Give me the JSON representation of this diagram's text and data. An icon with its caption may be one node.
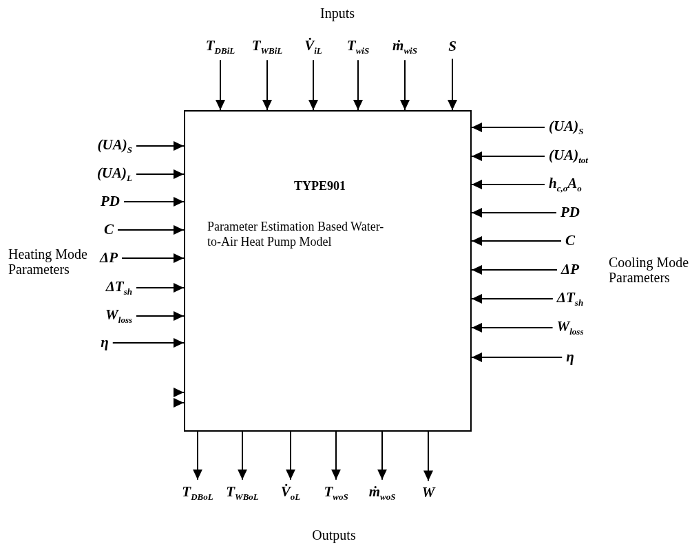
{
  "diagram": {
    "nodes": [
      {
        "text": [
          "TYPE901",
          "Parameter Estimation Based Water-to-Air Heat Pump Model"
        ]
      },
      {
        "text": [
          "T$_{DBiL}$"
        ]
      },
      {
        "text": [
          "T$_{WBiL}$"
        ]
      },
      {
        "text": [
          "V̇$_{iL}$"
        ]
      },
      {
        "text": [
          "T$_{wiS}$"
        ]
      },
      {
        "text": [
          "ṁ$_{wiS}$"
        ]
      },
      {
        "text": [
          "S"
        ]
      },
      {
        "text": [
          "(UA)$_{S}$"
        ]
      },
      {
        "text": [
          "(UA)$_{L}$"
        ]
      },
      {
        "text": [
          "PD"
        ]
      },
      {
        "text": [
          "C"
        ]
      },
      {
        "text": [
          "ΔP"
        ]
      },
      {
        "text": [
          "ΔT$_{sh}$"
        ]
      },
      {
        "text": [
          "W$_{loss}$"
        ]
      },
      {
        "text": [
          "η"
        ]
      },
      {
        "text": [
          "(UA)$_{S}$"
        ]
      },
      {
        "text": [
          "(UA)$_{tot}$"
        ]
      },
      {
        "text": [
          "h$_{c,o}$A$_{o}$"
        ]
      },
      {
        "text": [
          "PD"
        ]
      },
      {
        "text": [
          "C"
        ]
      },
      {
        "text": [
          "ΔP"
        ]
      },
      {
        "text": [
          "ΔT$_{sh}$"
        ]
      },
      {
        "text": [
          "W$_{loss}$"
        ]
      },
      {
        "text": [
          "η"
        ]
      },
      {
        "text": [
          "T$_{DBoL}$"
        ]
      },
      {
        "text": [
          "T$_{WBoL}$"
        ]
      },
      {
        "text": [
          "V̇$_{oL}$"
        ]
      },
      {
        "text": [
          "T$_{woS}$"
        ]
      },
      {
        "text": [
          "ṁ$_{woS}$"
        ]
      },
      {
        "text": [
          "W"
        ]
      }
    ],
    "edges": [
      {
        "from": 1,
        "to": 0,
        "arrow": "to"
      },
      {
        "from": 2,
        "to": 0,
        "arrow": "to"
      },
      {
        "from": 3,
        "to": 0,
        "arrow": "to"
      },
      {
        "from": 4,
        "to": 0,
        "arrow": "to"
      },
      {
        "from": 5,
        "to": 0,
        "arrow": "to"
      },
      {
        "from": 6,
        "to": 0,
        "arrow": "to"
      },
      {
        "from": 7,
        "to": 0,
        "arrow": "to"
      },
      {
        "from": 8,
        "to": 0,
        "arrow": "to"
      },
      {
        "from": 9,
        "to": 0,
        "arrow": "to"
      },
      {
        "from": 10,
        "to": 0,
        "arrow": "to"
      },
      {
        "from": 11,
        "to": 0,
        "arrow": "to"
      },
      {
        "from": 12,
        "to": 0,
        "arrow": "to"
      },
      {
        "from": 13,
        "to": 0,
        "arrow": "to"
      },
      {
        "from": 14,
        "to": 0,
        "arrow": "to"
      },
      {
        "from": 15,
        "to": 0,
        "arrow": "to"
      },
      {
        "from": 16,
        "to": 0,
        "arrow": "to"
      },
      {
        "from": 17,
        "to": 0,
        "arrow": "to"
      },
      {
        "from": 18,
        "to": 0,
        "arrow": "to"
      },
      {
        "from": 19,
        "to": 0,
        "arrow": "to"
      },
      {
        "from": 20,
        "to": 0,
        "arrow": "to"
      },
      {
        "from": 21,
        "to": 0,
        "arrow": "to"
      },
      {
        "from": 22,
        "to": 0,
        "arrow": "to"
      },
      {
        "from": 23,
        "to": 0,
        "arrow": "to"
      },
      {
        "from": 0,
        "to": 24,
        "arrow": "to"
      },
      {
        "from": 0,
        "to": 25,
        "arrow": "to"
      },
      {
        "from": 0,
        "to": 26,
        "arrow": "to"
      },
      {
        "from": 0,
        "to": 27,
        "arrow": "to"
      },
      {
        "from": 0,
        "to": 28,
        "arrow": "to"
      },
      {
        "from": 0,
        "to": 29,
        "arrow": "to"
      },
      {
        "from": null,
        "to": 0,
        "arrow": "to"
      },
      {
        "from": null,
        "to": 0,
        "arrow": "to"
      }
    ],
    "labels": [
      "Inputs",
      "Heating Mode Parameters",
      "Cooling Mode Parameters",
      "Outputs"
    ]
  }
}
